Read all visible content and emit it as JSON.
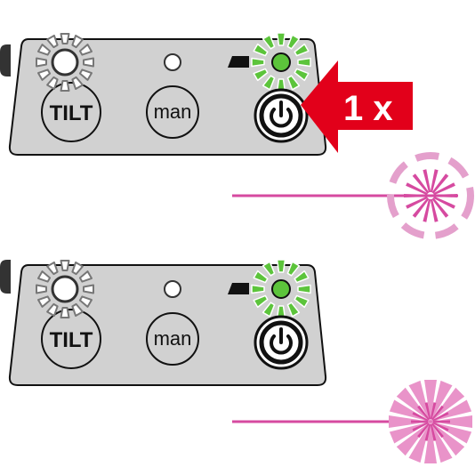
{
  "panels": [
    {
      "left_button": {
        "label": "TILT",
        "icon": "tilt-icon"
      },
      "middle_button": {
        "label": "man",
        "icon": "man-text-icon"
      },
      "right_button": {
        "icon": "power-icon"
      },
      "status_led": {
        "state": "off"
      },
      "power_led": {
        "color": "#5cc43b",
        "state": "blinking"
      },
      "press_indicator": {
        "label": "1 x",
        "color": "#e2001a"
      },
      "laser": {
        "color": "#d64aa0",
        "state": "blinking"
      }
    },
    {
      "left_button": {
        "label": "TILT",
        "icon": "tilt-icon"
      },
      "middle_button": {
        "label": "man",
        "icon": "man-text-icon"
      },
      "right_button": {
        "icon": "power-icon"
      },
      "status_led": {
        "state": "off"
      },
      "power_led": {
        "color": "#5cc43b",
        "state": "blinking"
      },
      "laser": {
        "color": "#d64aa0",
        "state": "on"
      }
    }
  ]
}
